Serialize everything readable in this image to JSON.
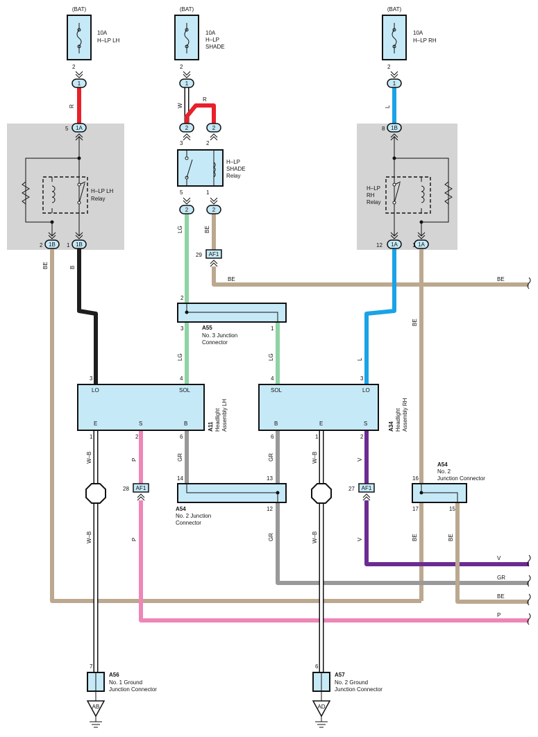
{
  "colors": {
    "R": "#e8202a",
    "W": "#ffffff",
    "L": "#1aa3e6",
    "B": "#1e1e1e",
    "BE": "#bba88f",
    "LG": "#8ed3a3",
    "GR": "#999999",
    "P": "#ee86b7",
    "V": "#6a2c91",
    "W-B": "#ffffff",
    "box_fill": "#c6e9f7",
    "relay_bg": "#d4d4d4"
  },
  "fuses": [
    {
      "source": "(BAT)",
      "rating": "10A",
      "name_lines": [
        "H–LP LH"
      ],
      "pin_top": "2",
      "conn": "1"
    },
    {
      "source": "(BAT)",
      "rating": "10A",
      "name_lines": [
        "H–LP",
        "SHADE"
      ],
      "pin_top": "2",
      "conn": "1"
    },
    {
      "source": "(BAT)",
      "rating": "10A",
      "name_lines": [
        "H–LP RH"
      ],
      "pin_top": "2",
      "conn": "1"
    }
  ],
  "wire_labels": {
    "R_lh": "R",
    "W_shade": "W",
    "R_shade": "R",
    "L_rh": "L",
    "LG_1": "LG",
    "BE_shade": "BE",
    "BE_right": "BE",
    "BE_left": "BE",
    "B_lh": "B",
    "BE_rh": "BE",
    "LG_2": "LG",
    "LG_3": "LG",
    "L_2": "L",
    "WB_1": "W–B",
    "P_1": "P",
    "GR_1": "GR",
    "GR_2": "GR",
    "WB_2": "W–B",
    "V_1": "V",
    "WB_3": "W–B",
    "P_2": "P",
    "GR_3": "GR",
    "WB_4": "W–B",
    "V_2": "V",
    "BE_j1": "BE",
    "BE_j2": "BE",
    "bus_V": "V",
    "bus_GR": "GR",
    "bus_BE": "BE",
    "bus_P": "P"
  },
  "relays": {
    "lh": {
      "name_lines": [
        "H–LP LH",
        "Relay"
      ],
      "pin_in": "5",
      "pin_in_conn": "1A",
      "pin_a": "2",
      "pin_a_conn": "1B",
      "pin_b": "1",
      "pin_b_conn": "1B"
    },
    "shade": {
      "name_lines": [
        "H–LP",
        "SHADE",
        "Relay"
      ],
      "pin_3": "3",
      "pin_2": "2",
      "pin_5": "5",
      "pin_1": "1",
      "conn": "2"
    },
    "rh": {
      "name_lines": [
        "H–LP",
        "RH",
        "Relay"
      ],
      "pin_in": "8",
      "pin_in_conn": "1B",
      "pin_a": "12",
      "pin_a_conn": "1A",
      "pin_b": "11",
      "pin_b_conn": "1A"
    }
  },
  "af1": [
    {
      "pin": "29",
      "label": "AF1"
    },
    {
      "pin": "28",
      "label": "AF1"
    },
    {
      "pin": "27",
      "label": "AF1"
    }
  ],
  "a55": {
    "code": "A55",
    "name_lines": [
      "No. 3 Junction",
      "Connector"
    ],
    "pin_2": "2",
    "pin_3": "3",
    "pin_1": "1"
  },
  "headlight_lh": {
    "code": "A11",
    "name_lines": [
      "Headlight",
      "Assembly LH"
    ],
    "top_pins": {
      "lo": "3",
      "sol": "4"
    },
    "labels": {
      "lo": "LO",
      "sol": "SOL",
      "e": "E",
      "s": "S",
      "b": "B"
    },
    "bottom_pins": {
      "e": "1",
      "s": "2",
      "b": "6"
    }
  },
  "headlight_rh": {
    "code": "A34",
    "name_lines": [
      "Headlight",
      "Assembly RH"
    ],
    "top_pins": {
      "sol": "4",
      "lo": "3"
    },
    "labels": {
      "sol": "SOL",
      "lo": "LO",
      "b": "B",
      "e": "E",
      "s": "S"
    },
    "bottom_pins": {
      "b": "6",
      "e": "1",
      "s": "2"
    }
  },
  "a54_left": {
    "code": "A54",
    "name_lines": [
      "No. 2 Junction",
      "Connector"
    ],
    "pin_14": "14",
    "pin_13": "13",
    "pin_12": "12"
  },
  "a54_right": {
    "code": "A54",
    "name_lines": [
      "No. 2",
      "Junction Connector"
    ],
    "pin_16": "16",
    "pin_17": "17",
    "pin_15": "15"
  },
  "grounds": [
    {
      "code": "A56",
      "name_lines": [
        "No. 1 Ground",
        "Junction Connector"
      ],
      "pin": "7",
      "symbol": "AB"
    },
    {
      "code": "A57",
      "name_lines": [
        "No. 2 Ground",
        "Junction Connector"
      ],
      "pin": "6",
      "symbol": "AD"
    }
  ]
}
